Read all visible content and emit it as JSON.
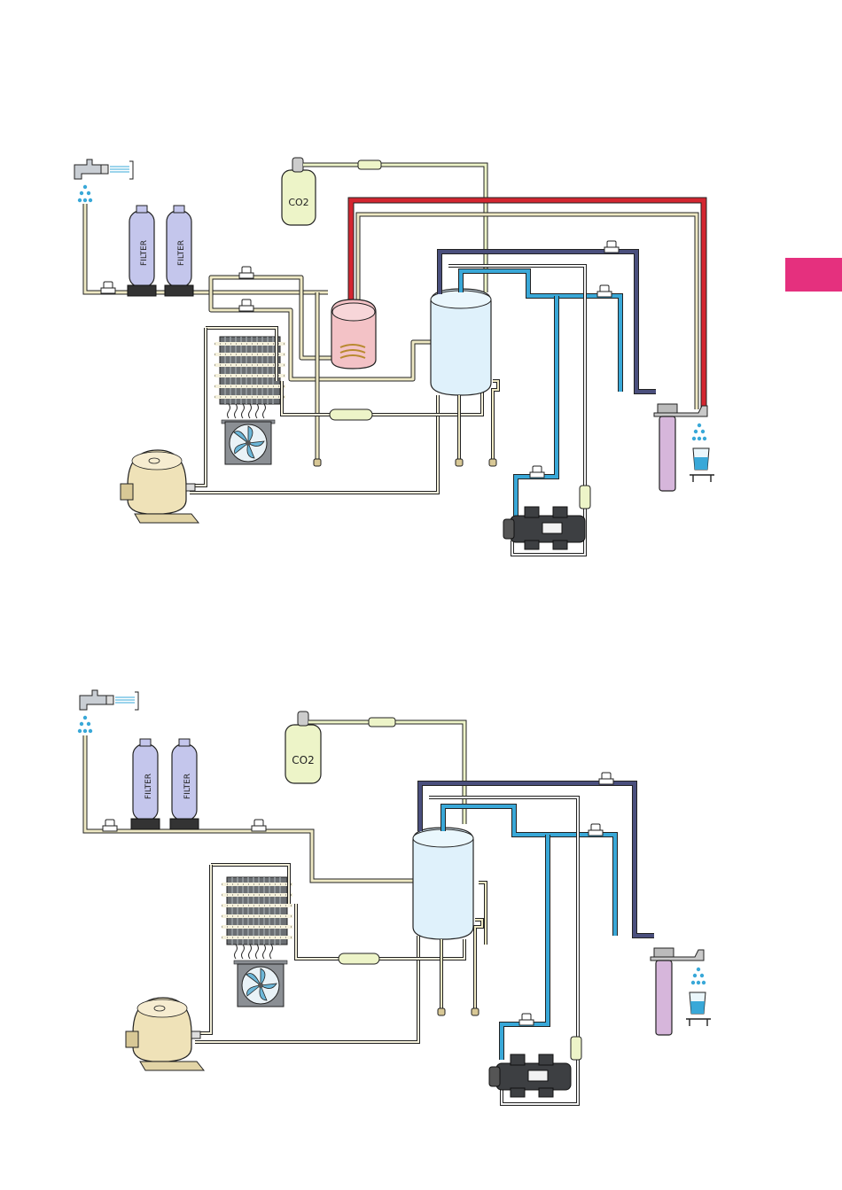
{
  "labels": {
    "co2": "CO2",
    "filter": "FILTER"
  },
  "colors": {
    "accent_tab": "#e5307e",
    "pipe_raw": "#efe9c4",
    "pipe_cold": "#39a8d8",
    "pipe_hot": "#d32630",
    "pipe_gas": "#4a4f7d",
    "filter_body": "#c4c6ec",
    "co2_tank": "#edf4c8",
    "tank_body": "#dff1fb",
    "heater": "#f3c2c6",
    "uv_filter": "#d6b6db",
    "compressor": "#efe2b8"
  },
  "diagrams": [
    {
      "variant": "hot-cold-soda"
    },
    {
      "variant": "cold-soda"
    }
  ]
}
